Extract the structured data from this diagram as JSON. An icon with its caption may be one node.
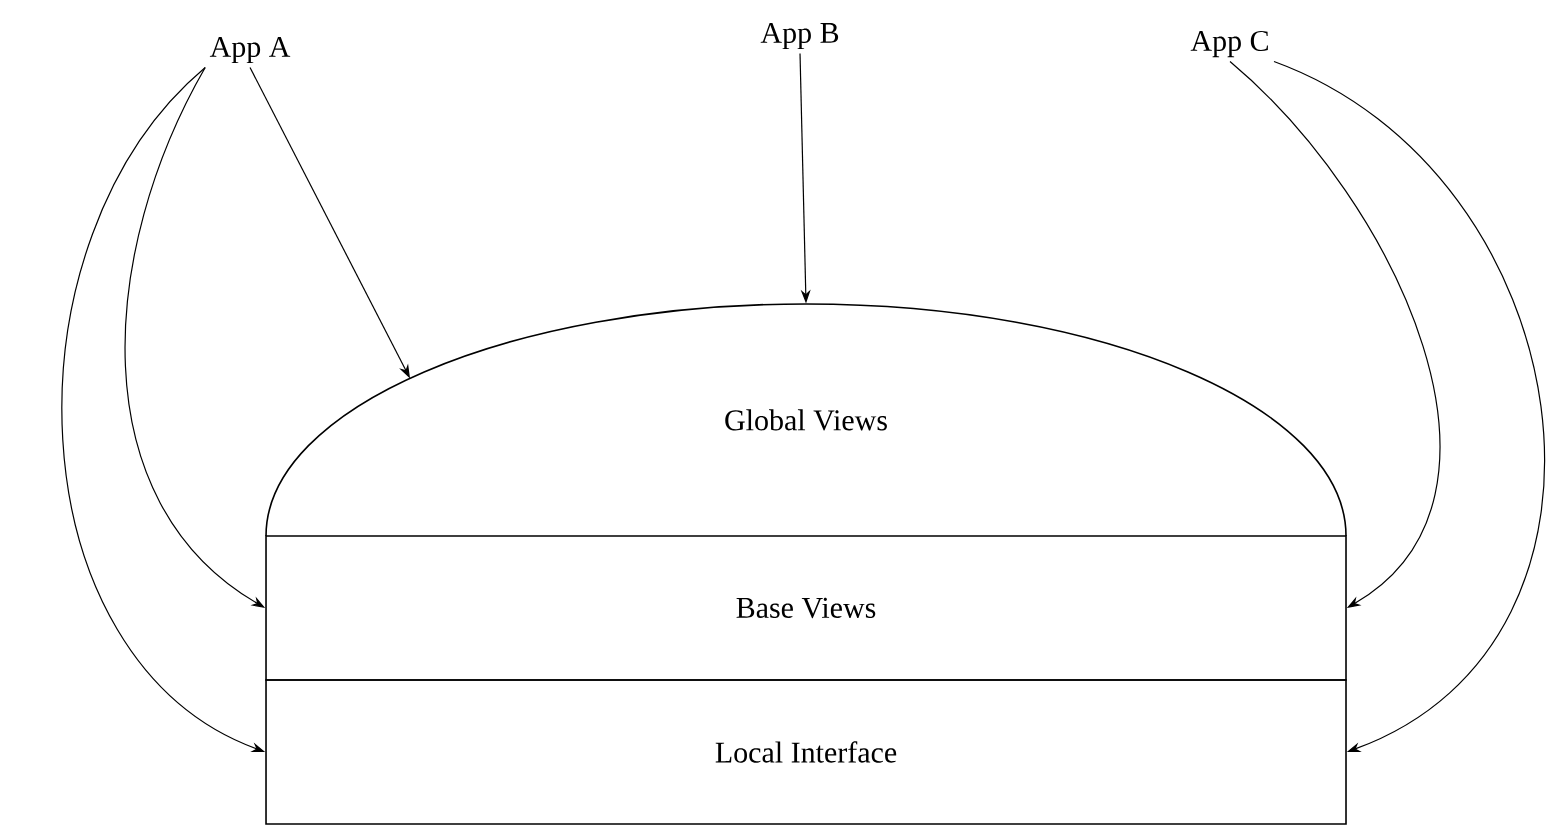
{
  "diagram": {
    "nodes": [
      {
        "text": [
          "App A"
        ]
      },
      {
        "text": [
          "App B"
        ]
      },
      {
        "text": [
          "App C"
        ]
      },
      {
        "text": [
          "Global Views"
        ]
      },
      {
        "text": [
          "Base Views"
        ]
      },
      {
        "text": [
          "Local Interface"
        ]
      }
    ],
    "edges": [
      {
        "from": 0,
        "to": 3,
        "arrow": "to"
      },
      {
        "from": 0,
        "to": 4,
        "arrow": "to"
      },
      {
        "from": 0,
        "to": 5,
        "arrow": "to"
      },
      {
        "from": 1,
        "to": 3,
        "arrow": "to"
      },
      {
        "from": 2,
        "to": 4,
        "arrow": "to"
      },
      {
        "from": 2,
        "to": 5,
        "arrow": "to"
      }
    ]
  }
}
